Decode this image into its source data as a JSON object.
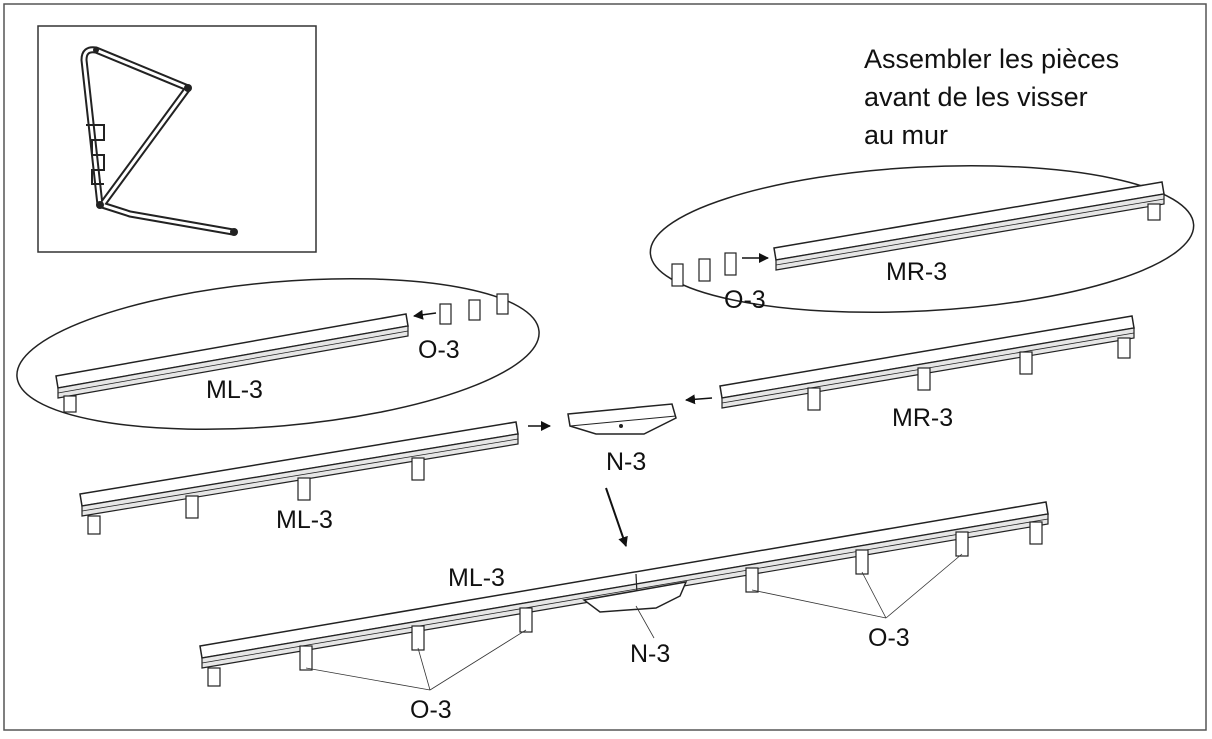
{
  "instruction": [
    "Assembler les pièces",
    "avant de les visser",
    "au mur"
  ],
  "labels": {
    "ml_oval": "ML-3",
    "o_oval_left": "O-3",
    "mr_oval": "MR-3",
    "o_oval_right": "O-3",
    "ml_mid": "ML-3",
    "mr_mid": "MR-3",
    "n_mid": "N-3",
    "ml_final": "ML-3",
    "n_final": "N-3",
    "o_final_left": "O-3",
    "o_final_right": "O-3"
  },
  "colors": {
    "line": "#222222",
    "rail_top": "#ffffff",
    "rail_groove": "#e6e6e6"
  }
}
